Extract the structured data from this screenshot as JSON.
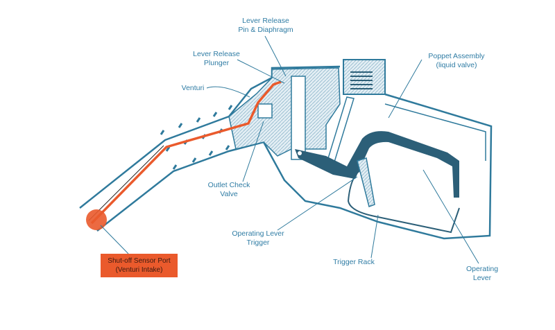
{
  "colors": {
    "outline": "#2f7a9c",
    "dark_part": "#2c5f78",
    "hatch": "#9ec3d6",
    "accent": "#ea5a2c",
    "label": "#2f7ca4"
  },
  "labels": {
    "lever_release_pin": [
      "Lever Release",
      "Pin & Diaphragm"
    ],
    "lever_release_plunger": [
      "Lever Release",
      "Plunger"
    ],
    "venturi": [
      "Venturi"
    ],
    "poppet_assembly": [
      "Poppet Assembly",
      "(liquid valve)"
    ],
    "outlet_check_valve": [
      "Outlet Check",
      "Valve"
    ],
    "operating_lever_trigger": [
      "Operating Lever",
      "Trigger"
    ],
    "trigger_rack": [
      "Trigger Rack"
    ],
    "operating_lever": [
      "Operating",
      "Lever"
    ],
    "shutoff_sensor_port": [
      "Shut-off Sensor Port",
      "(Venturi Intake)"
    ]
  }
}
